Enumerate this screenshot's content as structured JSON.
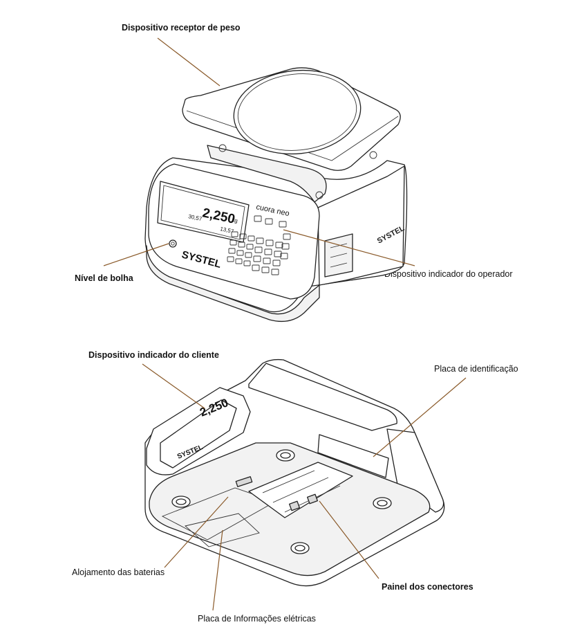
{
  "labels": {
    "weight_receiver": "Dispositivo receptor de peso",
    "bubble_level": "Nível de bolha",
    "operator_indicator": "Dispositivo indicador do operador",
    "customer_indicator": "Dispositivo indicador do cliente",
    "id_plate": "Placa de identificação",
    "battery_housing": "Alojamento das baterias",
    "connector_panel": "Painel dos conectores",
    "electrical_info_plate": "Placa de Informações elétricas"
  },
  "device": {
    "brand": "SYSTEL",
    "model": "cuora neo",
    "display_weight": "2,250",
    "display_unit": "kg",
    "display_price": "30,57",
    "display_total": "13,57"
  },
  "colors": {
    "leader_lines": "#8a5a2a",
    "outline": "#222222"
  }
}
